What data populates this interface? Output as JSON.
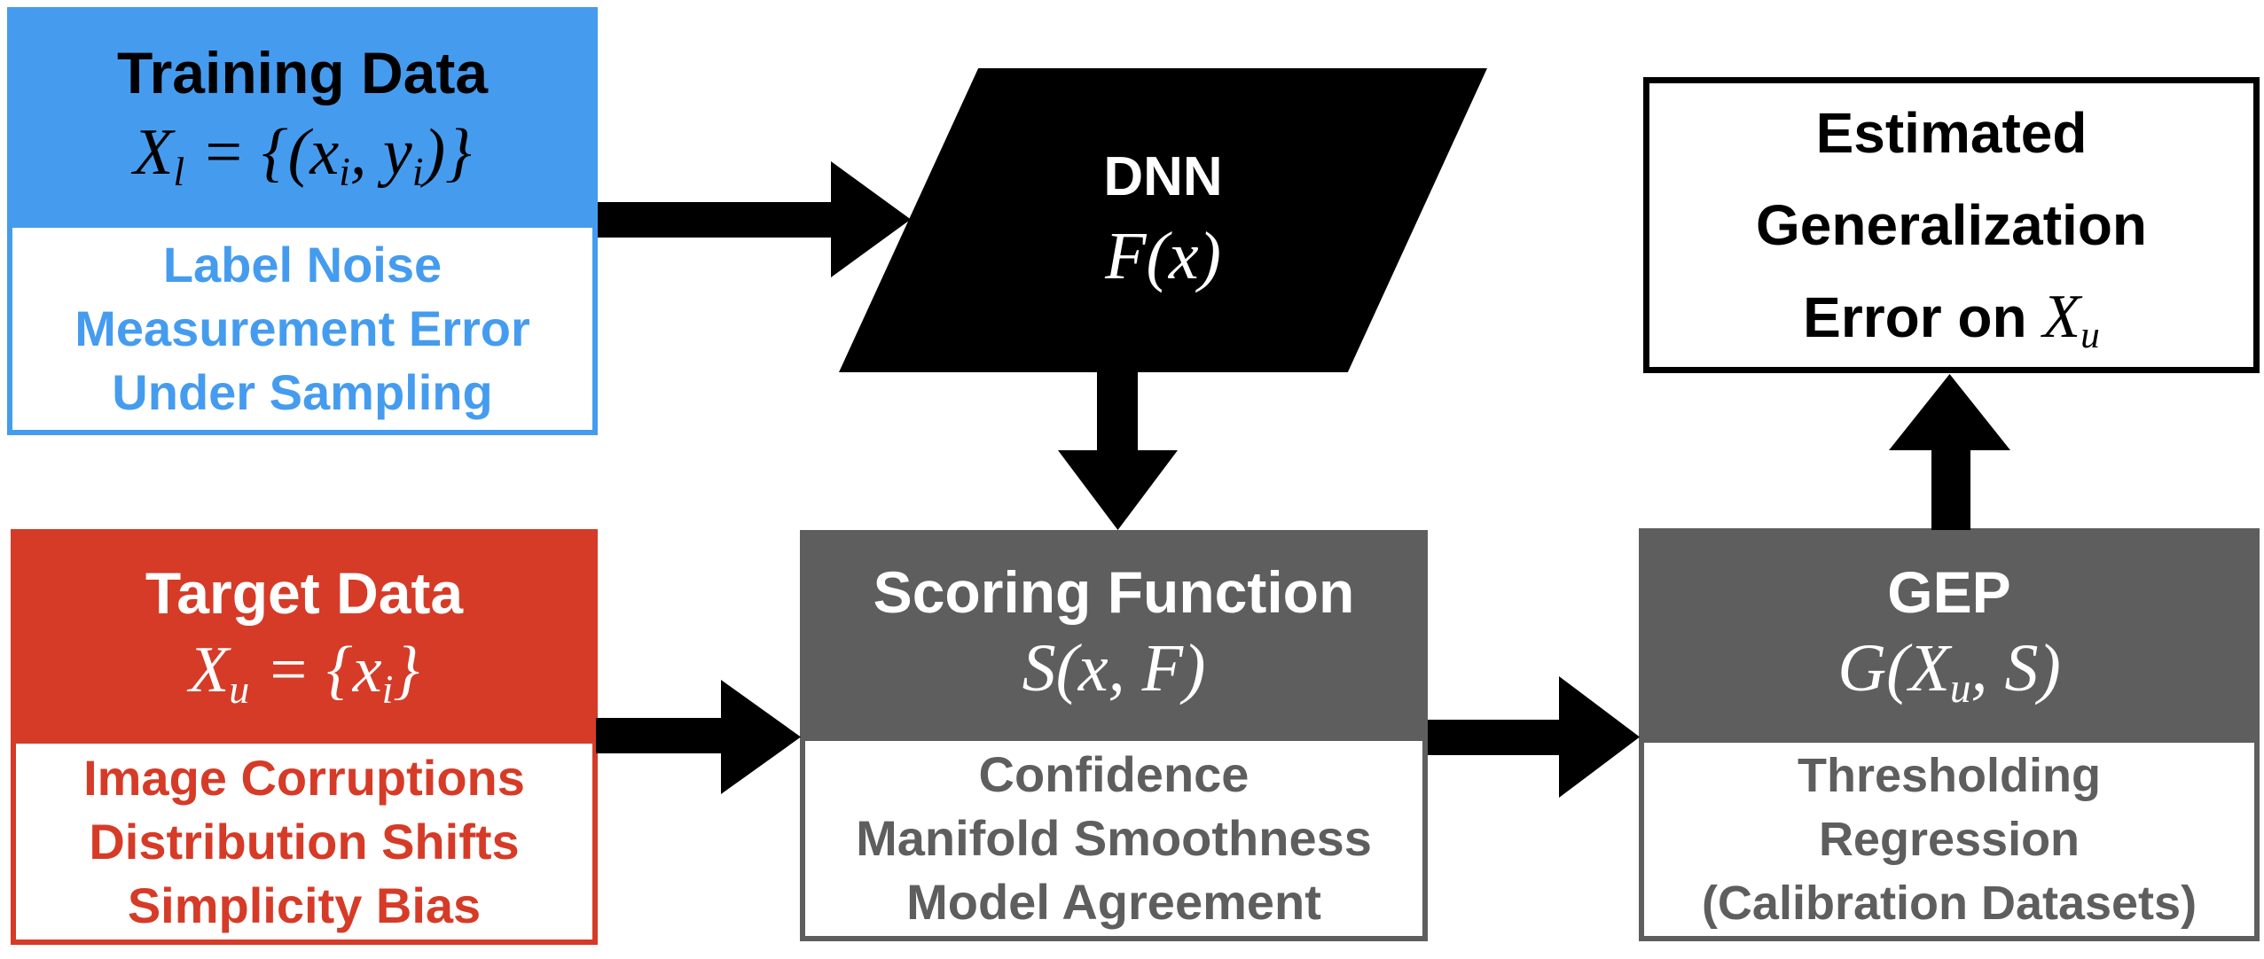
{
  "colors": {
    "blue": "#459CEF",
    "red": "#D63B27",
    "gray": "#5E5E5E",
    "black": "#000000",
    "white": "#FFFFFF"
  },
  "training": {
    "title": "Training Data",
    "math": "X_l = {(x_i, y_i)}",
    "issues": [
      "Label Noise",
      "Measurement Error",
      "Under Sampling"
    ]
  },
  "target": {
    "title": "Target Data",
    "math": "X_u = {x_i}",
    "issues": [
      "Image Corruptions",
      "Distribution Shifts",
      "Simplicity Bias"
    ]
  },
  "dnn": {
    "title": "DNN",
    "math": "F(x)"
  },
  "scoring": {
    "title": "Scoring Function",
    "math": "S(x, F)",
    "methods": [
      "Confidence",
      "Manifold Smoothness",
      "Model Agreement"
    ]
  },
  "gep": {
    "title": "GEP",
    "math": "G(X_u, S)",
    "methods": [
      "Thresholding",
      "Regression",
      "(Calibration Datasets)"
    ]
  },
  "output": {
    "line1": "Estimated",
    "line2": "Generalization",
    "line3_prefix": "Error on ",
    "line3_math": "X_u"
  }
}
